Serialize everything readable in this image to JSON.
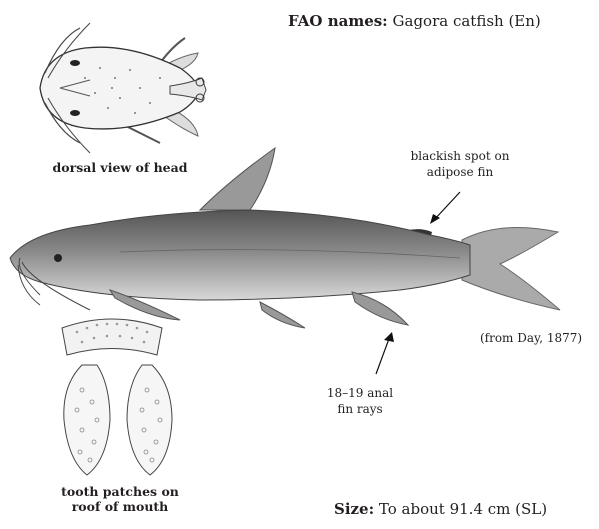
{
  "header": {
    "fao_label": "FAO names:",
    "fao_value": "Gagora catfish (En)"
  },
  "captions": {
    "dorsal_view": "dorsal view of head",
    "tooth_line1": "tooth patches on",
    "tooth_line2": "roof of mouth"
  },
  "annotations": {
    "spot_line1": "blackish spot on",
    "spot_line2": "adipose fin",
    "anal_line1": "18–19 anal",
    "anal_line2": "fin rays",
    "source": "(from Day, 1877)"
  },
  "footer": {
    "size_label": "Size:",
    "size_value": "To about 91.4 cm (SL)"
  },
  "illustrations": {
    "dorsal_head": "dorsal-head-drawing",
    "fish": "catfish-lateral-drawing",
    "tooth_patches": "tooth-patch-drawing"
  }
}
